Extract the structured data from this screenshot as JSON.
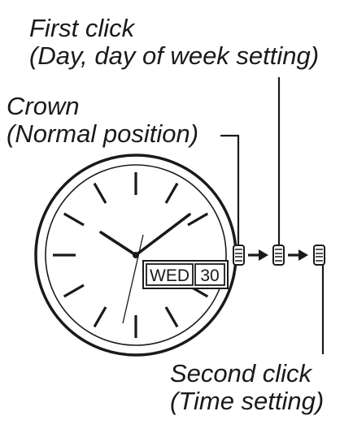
{
  "labels": {
    "first_click": {
      "line1": "First click",
      "line2": "(Day, day of week setting)"
    },
    "crown": {
      "line1": "Crown",
      "line2": "(Normal position)"
    },
    "second_click": {
      "line1": "Second click",
      "line2": "(Time setting)"
    }
  },
  "watch": {
    "day_of_week": "WED",
    "date": "30"
  },
  "colors": {
    "ink": "#1a1a1a",
    "background": "#ffffff"
  }
}
